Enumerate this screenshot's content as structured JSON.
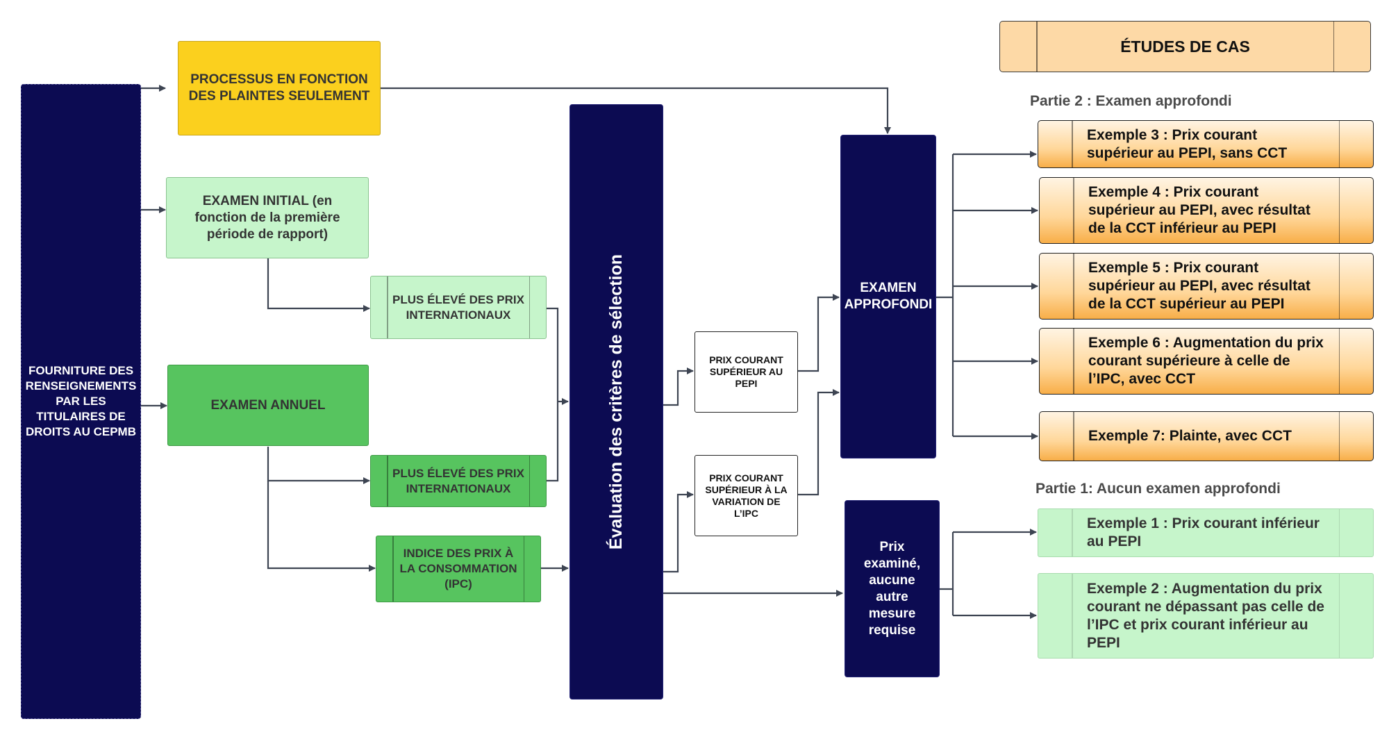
{
  "source": {
    "label": "FOURNITURE DES RENSEIGNEMENTS PAR LES TITULAIRES DE DROITS AU CEPMB"
  },
  "process_boxes": {
    "complaints_only": "PROCESSUS EN FONCTION DES PLAINTES SEULEMENT",
    "initial_review": "EXAMEN INITIAL (en fonction de la première période de rapport)",
    "annual_review": "EXAMEN ANNUEL",
    "highest_intl_initial": "PLUS ÉLEVÉ DES PRIX INTERNATIONAUX",
    "highest_intl_annual": "PLUS ÉLEVÉ DES PRIX INTERNATIONAUX",
    "cpi": "INDICE DES PRIX À LA CONSOMMATION (IPC)"
  },
  "evaluation": {
    "label": "Évaluation des critères de sélection"
  },
  "criteria": {
    "price_above_pepi": "PRIX COURANT SUPÉRIEUR AU PEPI",
    "price_above_cpi": "PRIX COURANT SUPÉRIEUR À LA VARIATION DE L’IPC"
  },
  "outcomes": {
    "in_depth_review": "EXAMEN APPROFONDI",
    "no_further_action": "Prix examiné, aucune autre mesure requise"
  },
  "case_studies": {
    "title": "ÉTUDES DE CAS",
    "part2_heading": "Partie 2 : Examen approfondi",
    "part1_heading": "Partie 1: Aucun examen approfondi",
    "part2_examples": [
      "Exemple 3 : Prix courant supérieur au PEPI, sans CCT",
      "Exemple 4 : Prix courant supérieur au PEPI, avec résultat de la CCT inférieur au PEPI",
      "Exemple 5 : Prix courant supérieur au PEPI, avec résultat de la CCT supérieur au PEPI",
      "Exemple 6 : Augmentation du prix courant supérieure à celle de l’IPC, avec CCT",
      "Exemple 7: Plainte, avec CCT"
    ],
    "part1_examples": [
      "Exemple 1 : Prix courant inférieur au PEPI",
      "Exemple 2 : Augmentation du prix courant ne dépassant pas celle de l’IPC et prix courant inférieur au PEPI"
    ]
  },
  "colors": {
    "navy": "#0c0b52",
    "yellow": "#fbd01e",
    "light_green": "#c6f5cb",
    "mid_green": "#57c45f",
    "orange": "#f8ae48",
    "connector": "#3d4452"
  }
}
